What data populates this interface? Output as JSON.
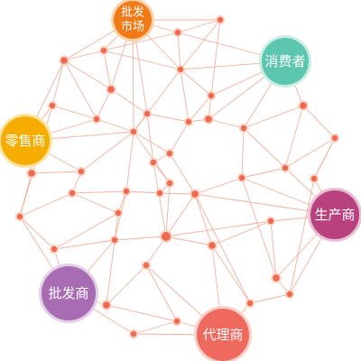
{
  "colors": {
    "edge": "#f0a48c",
    "node": "#ee6a4e",
    "node_glow": "#fbd3c7"
  },
  "hubs": [
    {
      "id": "pifa-shichang",
      "lines": [
        "批发",
        "市场"
      ],
      "color": "#f07a18",
      "ring": "#fbd0a6"
    },
    {
      "id": "xiaofeizhe",
      "lines": [
        "消费者"
      ],
      "color": "#5cc6ae",
      "ring": "#c9ede3"
    },
    {
      "id": "lingshoushang",
      "lines": [
        "零售商"
      ],
      "color": "#f7ad00",
      "ring": "#fde2a0"
    },
    {
      "id": "shengchanshang",
      "lines": [
        "生产商"
      ],
      "color": "#b8427e",
      "ring": "#e9bfd5"
    },
    {
      "id": "pifashang",
      "lines": [
        "批发商"
      ],
      "color": "#a86cb3",
      "ring": "#e3cfe7"
    },
    {
      "id": "dailishang",
      "lines": [
        "代理商"
      ],
      "color": "#ef6a5e",
      "ring": "#fad0cb"
    }
  ]
}
